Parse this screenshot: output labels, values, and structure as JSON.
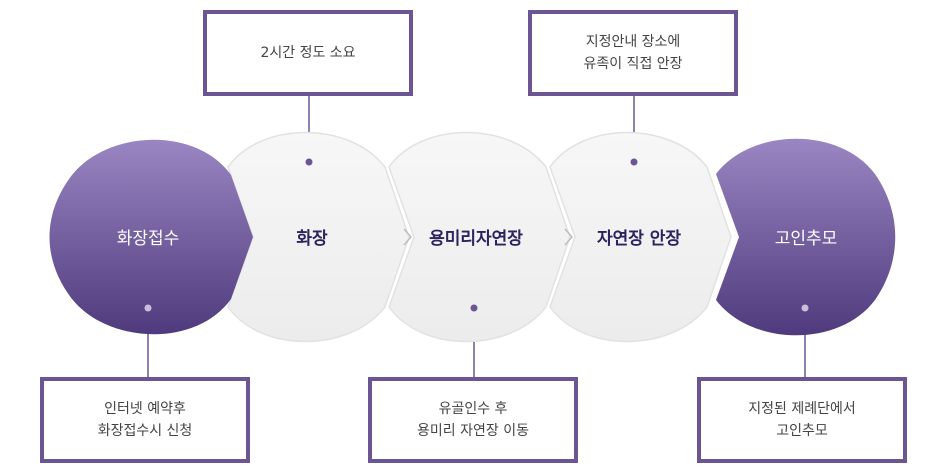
{
  "colors": {
    "accent": "#6b5593",
    "purple_light": "#9a86c2",
    "purple_dark": "#4f3a7d",
    "step_text_dark": "#2e2360",
    "gray_fill": "#f3f3f3",
    "gray_border": "#e2e2e2"
  },
  "steps": [
    {
      "label": "화장접수",
      "style": "purple"
    },
    {
      "label": "화장",
      "style": "gray"
    },
    {
      "label": "용미리자연장",
      "style": "gray"
    },
    {
      "label": "자연장 안장",
      "style": "gray"
    },
    {
      "label": "고인추모",
      "style": "purple"
    }
  ],
  "notes": {
    "top": [
      {
        "lines": [
          "2시간 정도 소요"
        ]
      },
      {
        "lines": [
          "지정안내 장소에",
          "유족이 직접 안장"
        ]
      }
    ],
    "bottom": [
      {
        "lines": [
          "인터넷 예약후",
          "화장접수시 신청"
        ]
      },
      {
        "lines": [
          "유골인수 후",
          "용미리 자연장 이동"
        ]
      },
      {
        "lines": [
          "지정된 제례단에서",
          "고인추모"
        ]
      }
    ]
  }
}
